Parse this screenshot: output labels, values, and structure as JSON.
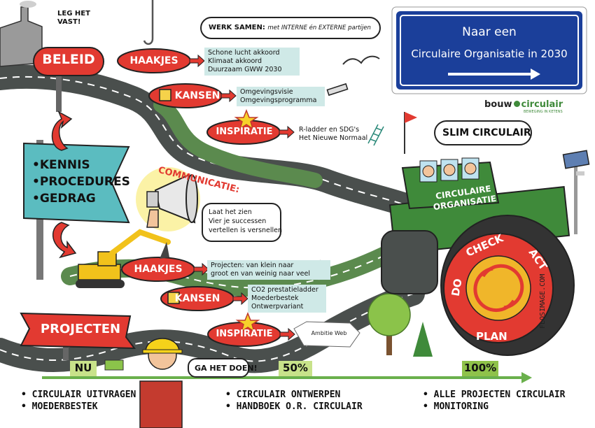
{
  "colors": {
    "red_sign": "#e23a31",
    "red_sign_inner": "#c8202a",
    "teal": "#b6dfdc",
    "road": "#4a4f4d",
    "road_green": "#5b8a4e",
    "road_line": "#ffffff",
    "roller_green": "#3f8a3a",
    "sign_blue": "#1b3f9a",
    "progress_green": "#6ab04c"
  },
  "beleid": {
    "label": "BELEID",
    "speech": [
      "LEG HET",
      "VAST!"
    ],
    "haakjes": {
      "label": "HAAKJES",
      "notes": [
        "Schone lucht akkoord",
        "Klimaat akkoord",
        "Duurzaam GWW 2030"
      ]
    },
    "kansen": {
      "label": "KANSEN",
      "notes": [
        "Omgevingsvisie",
        "Omgevingsprogramma"
      ]
    },
    "inspiratie": {
      "label": "INSPIRATIE",
      "notes": [
        "R-ladder en SDG's",
        "Het Nieuwe Normaal"
      ]
    }
  },
  "werk_samen": {
    "lead": "WERK SAMEN:",
    "rest": "met INTERNE én EXTERNE partijen"
  },
  "sign": {
    "line1": "Naar een",
    "line2": "Circulaire Organisatie in 2030"
  },
  "logo": {
    "bouw": "bouw",
    "circulair": "circulair",
    "tagline": "BEWEGING IN KETENS"
  },
  "slim_circulair": "SLIM CIRCULAIR",
  "pillars": [
    "•KENNIS",
    "•PROCEDURES",
    "•GEDRAG"
  ],
  "communicatie": {
    "title": "COMMUNICATIE:",
    "bubble": [
      "Laat het zien",
      "Vier je successen",
      "vertellen is versnellen"
    ]
  },
  "roller": {
    "label_line1": "CIRCULAIRE",
    "label_line2": "ORGANISATIE",
    "cycle": [
      "PLAN",
      "DO",
      "CHECK",
      "ACT"
    ]
  },
  "projecten": {
    "label": "PROJECTEN",
    "haakjes": {
      "label": "HAAKJES",
      "notes": [
        "Projecten: van klein naar",
        "groot en van weinig naar veel"
      ]
    },
    "kansen": {
      "label": "KANSEN",
      "notes": [
        "CO2 prestatieladder",
        "Moederbestek",
        "Ontwerpvariant"
      ]
    },
    "inspiratie": {
      "label": "INSPIRATIE",
      "web_label": "Ambitie Web"
    }
  },
  "worker_speech": "GA HET DOEN!",
  "progress": {
    "markers": [
      "NU",
      "50%",
      "100%"
    ],
    "values": [
      0,
      50,
      100
    ]
  },
  "milestones": [
    [
      "• CIRCULAIR UITVRAGEN",
      "• MOEDERBESTEK"
    ],
    [
      "• CIRCULAIR ONTWERPEN",
      "• HANDBOEK O.R. CIRCULAIR"
    ],
    [
      "• ALLE PROJECTEN CIRCULAIR",
      "• MONITORING"
    ]
  ],
  "credit": "FLOSIMAGE.COM"
}
